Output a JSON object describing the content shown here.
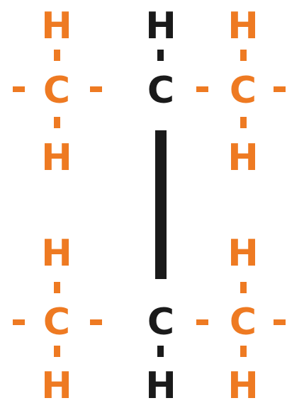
{
  "colors": {
    "highlight": "#EE7A22",
    "base": "#1A1A1A"
  },
  "row_top": {
    "left_group": {
      "h_top": "H",
      "carbon": "C",
      "h_bottom": "H"
    },
    "center_group": {
      "h_top": "H",
      "carbon": "C"
    },
    "right_group": {
      "h_top": "H",
      "carbon": "C",
      "h_bottom": "H"
    }
  },
  "row_bottom": {
    "left_group": {
      "h_top": "H",
      "carbon": "C",
      "h_bottom": "H"
    },
    "center_group": {
      "carbon": "C",
      "h_bottom": "H"
    },
    "right_group": {
      "h_top": "H",
      "carbon": "C",
      "h_bottom": "H"
    }
  }
}
